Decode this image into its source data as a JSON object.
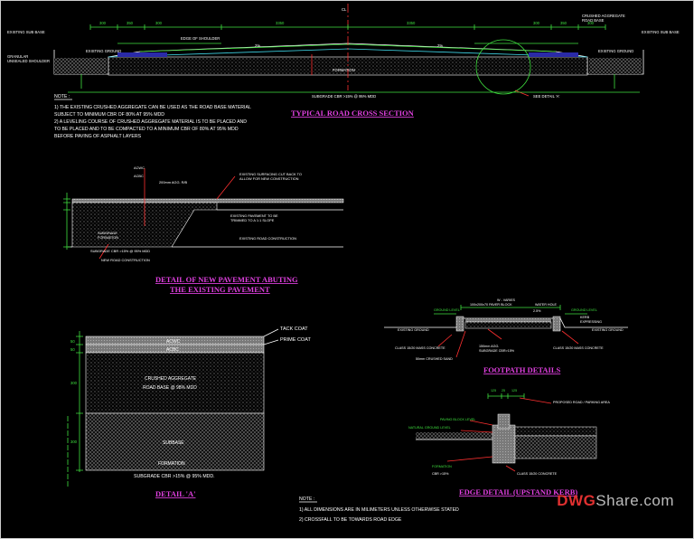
{
  "colors": {
    "background": "#000000",
    "text": "#ffffff",
    "dim": "#3fe03f",
    "title": "#e040e0",
    "leader": "#ff3030"
  },
  "cross_section": {
    "title": "TYPICAL ROAD CROSS SECTION",
    "labels": {
      "existing_sub_base_l": "EXISTING SUB BASE",
      "existing_sub_base_r": "EXISTING SUB BASE",
      "edge_of_shoulder": "EDGE OF SHOULDER",
      "crushed_aggregate": "CRUSHED AGGREGATE",
      "road_base": "ROAD BASE",
      "granular_shoulder": "GRANULAR",
      "unsealed_shoulder": "UNSEALED SHOULDER",
      "existing_ground_l": "EXISTING GROUND",
      "existing_ground_r": "EXISTING GROUND",
      "subgrade": "SUBGRADE CBR >15% @ 95% MDD",
      "formation": "FORMATION",
      "see_detail": "SEE DETAIL 'A'",
      "crossfall_l": "2%",
      "crossfall_r": "2%",
      "centerline": "CL"
    },
    "dims": {
      "d1": "300",
      "d2": "350",
      "d3": "300",
      "d4": "3350",
      "d5": "3350",
      "d6": "300",
      "d7": "350",
      "d8": "300"
    }
  },
  "note1": {
    "heading": "NOTE :",
    "lines": [
      "1)  THE EXISTING CRUSHED AGGREGATE CAN BE USED AS THE ROAD BASE MATERIAL",
      "     SUBJECT TO MINIMUM CBR OF 80% AT 95% MDD",
      "2)  A LEVELING COURSE OF CRUSHED AGGREGATE MATERIAL IS TO BE PLACED AND",
      "     TO BE PLACED AND TO BE COMPACTED TO A MINIMUM CBR OF 80% AT 95% MDD",
      "     BEFORE PAVING OF ASPHALT LAYERS"
    ]
  },
  "abutting": {
    "title_line1": "DETAIL OF NEW PAVEMENT ABUTING",
    "title_line2": "THE EXISTING PAVEMENT",
    "labels": {
      "acwc": "ACWC",
      "acbc": "ACBC",
      "road_base": "200mm AGG. R/B",
      "cut_back_1": "EXISTING SURFACING CUT BACK TO",
      "cut_back_2": "ALLOW FOR NEW CONSTRUCTION",
      "trimmed_1": "EXISTING PAVEMENT TO BE",
      "trimmed_2": "TRIMMED TO A 1:1 SLOPE",
      "subgrade_l1": "SUBGRADE",
      "subgrade_l2": "FORMATION",
      "subgrade": "SUBGRADE CBR >15% @ 95% MDD",
      "new_road": "NEW ROAD CONSTRUCTION",
      "existing_road": "EXISTING ROAD CONSTRUCTION"
    }
  },
  "detail_a": {
    "title": "DETAIL 'A'",
    "labels": {
      "tack_coat": "TACK COAT",
      "prime_coat": "PRIME COAT",
      "acwc": "ACWC",
      "acbc": "ACBC",
      "base_1": "CRUSHED AGGREGATE",
      "base_2": "ROAD BASE @ 98% MDD",
      "subbase": "SUBBASE",
      "formation": "FORMATION",
      "subgrade": "SUBGRADE CBR >15% @ 95% MDD."
    },
    "dims": {
      "d1": "50",
      "d2": "50",
      "d3": "300",
      "d4": "300"
    }
  },
  "footpath": {
    "title": "FOOTPATH DETAILS",
    "labels": {
      "width": "W - VARIES",
      "paver": "100x200x70 PAVER BLOCK",
      "water_hole": "WATER HOLE",
      "slope": "2.5%",
      "ground_l": "GROUND LEVEL",
      "ground_r": "GROUND LEVEL",
      "existing_ground_l": "EXISTING GROUND",
      "existing_ground_r": "EXISTING GROUND",
      "kerb_1": "KERB",
      "kerb_2": "EXPRESSING",
      "concrete_l": "CLASS 15/20 MASS CONCRETE",
      "concrete_r": "CLASS 15/20 MASS CONCRETE",
      "crushed_1": "150mm AGG.",
      "crushed_2": "SUBGRADE CBR>15%",
      "sand": "50mm CRUSHED SAND"
    }
  },
  "edge": {
    "title": "EDGE DETAIL (UPSTAND KERB)",
    "labels": {
      "proposed": "PROPOSED ROAD / PARKING AREA",
      "paving": "PAVING BLOCK LEVEL",
      "natural": "NATURAL GROUND LEVEL",
      "concrete": "CLASS 15/20 CONCRETE",
      "cbr": "CBR >15%",
      "formation": "FORMATION",
      "dim_a": "125",
      "dim_b": "25",
      "dim_c": "125"
    }
  },
  "note2": {
    "heading": "NOTE :",
    "lines": [
      "1)  ALL DIMENSIONS ARE IN MILIMETERS UNLESS OTHERWISE STATED",
      "2)  CROSSFALL TO BE TOWARDS ROAD EDGE"
    ]
  },
  "brand": {
    "part1": "DWG",
    "part2": "Share.com"
  }
}
